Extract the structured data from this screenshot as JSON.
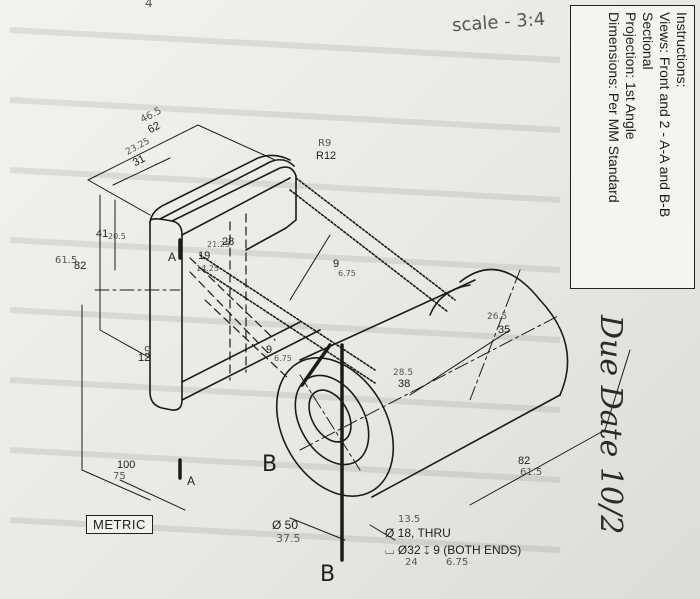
{
  "instructions": {
    "heading": "Instructions:",
    "views": "Views: Front and 2 - A-A and B-B",
    "views_cont": "Sectional",
    "projection": "Projection: 1st Angle",
    "dimensions": "Dimensions: Per MM Standard"
  },
  "handwriting": {
    "scale": "scale - 3:4",
    "due_date": "Due Date 10/2",
    "top_corner": "4",
    "d46_5": "46.5",
    "d23_25": "23.25",
    "d61_5": "61.5",
    "d20_5": "20.5",
    "d9": "9",
    "d21_25": "21.25",
    "d14_25": "14.25",
    "d6_75a": "6.75",
    "d6_75b": "6.75",
    "r9": "R9",
    "d75": "75",
    "d26_5": "26.5",
    "d28_5": "28.5",
    "d61_5b": "61.5",
    "d37_5": "37.5",
    "d13_5": "13.5",
    "d24": "24",
    "d6_75c": "6.75"
  },
  "dimensions": {
    "d62": "62",
    "d31": "31",
    "d41": "41",
    "d82": "82",
    "d12": "12",
    "d28": "28",
    "d19": "19",
    "r12": "R12",
    "d9": "9",
    "d9b": "9",
    "d100": "100",
    "d35": "35",
    "d38": "38",
    "d82b": "82",
    "phi50": "Ø 50",
    "thru": "Ø 18, THRU",
    "cbore": "⌴ Ø32 ↧ 9 (BOTH ENDS)"
  },
  "labels": {
    "metric": "METRIC",
    "a_top": "A",
    "a_bottom": "A",
    "b_left": "B",
    "b_bottom": "B"
  }
}
